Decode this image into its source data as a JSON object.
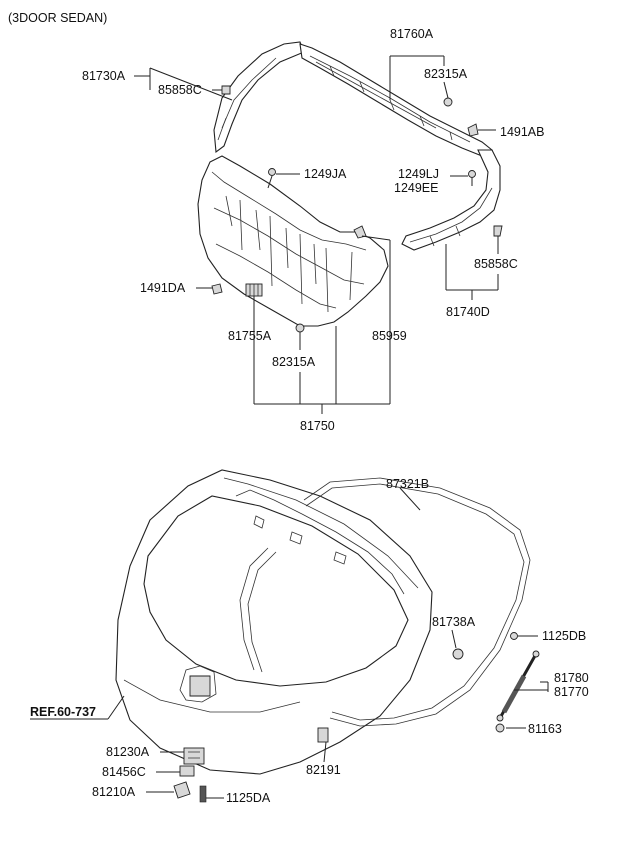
{
  "title": "(3DOOR SEDAN)",
  "labels": {
    "p81760A": "81760A",
    "p81730A": "81730A",
    "p82315A_top": "82315A",
    "p85858C_top": "85858C",
    "p1491AB": "1491AB",
    "p1249JA": "1249JA",
    "p1249LJ": "1249LJ",
    "p1249EE": "1249EE",
    "p85858C_right": "85858C",
    "p1491DA": "1491DA",
    "p81740D": "81740D",
    "p81755A": "81755A",
    "p85959": "85959",
    "p82315A_mid": "82315A",
    "p81750": "81750",
    "p87321B": "87321B",
    "p81738A": "81738A",
    "p1125DB": "1125DB",
    "p81780": "81780",
    "p81770": "81770",
    "ref": "REF.60-737",
    "p81163": "81163",
    "p81230A": "81230A",
    "p81456C": "81456C",
    "p82191": "82191",
    "p81210A": "81210A",
    "p1125DA": "1125DA"
  },
  "colors": {
    "line": "#222222",
    "background": "#ffffff"
  }
}
